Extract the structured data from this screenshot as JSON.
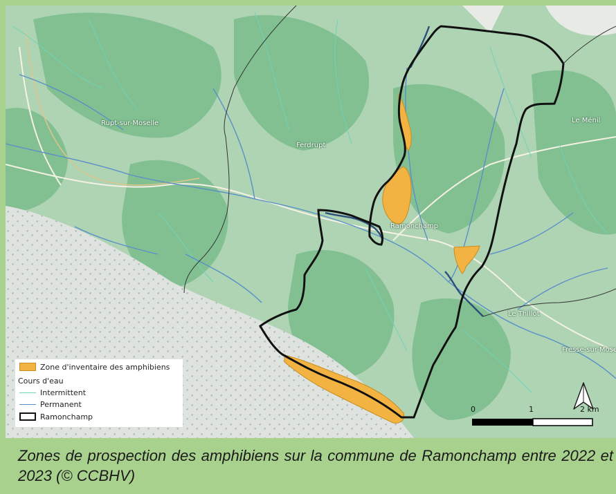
{
  "map": {
    "places": [
      {
        "id": "rupt",
        "label": "Rupt-sur-Moselle"
      },
      {
        "id": "ferdrupt",
        "label": "Ferdrupt"
      },
      {
        "id": "ramonchamp",
        "label": "Ramonchamp"
      },
      {
        "id": "lemenil",
        "label": "Le Ménil"
      },
      {
        "id": "lethillot",
        "label": "Le Thillot"
      },
      {
        "id": "fresse",
        "label": "Fresse-sur-Mose"
      }
    ],
    "colors": {
      "background": "#a9d18e",
      "terrain": "#aed4b4",
      "forest": "#7fbf90",
      "rock": "#dfe3e0",
      "road": "#f5f1e4",
      "river": "#5a8fc7",
      "boundary": "#111111",
      "zone": "#f2b342"
    }
  },
  "legend": {
    "zone_label": "Zone d'inventaire des amphibiens",
    "rivers_title": "Cours d'eau",
    "intermittent_label": "Intermittent",
    "permanent_label": "Permanent",
    "commune_label": "Ramonchamp",
    "zone_color": "#f2b342",
    "intermittent_color": "#6fd3b8",
    "permanent_color": "#5a8fc7"
  },
  "scalebar": {
    "labels": [
      "0",
      "1",
      "2 km"
    ]
  },
  "north_arrow": "north-arrow-icon",
  "caption": {
    "text": "Zones de prospection des amphibiens sur la commune de Ramonchamp entre 2022 et 2023 (© CCBHV)"
  }
}
